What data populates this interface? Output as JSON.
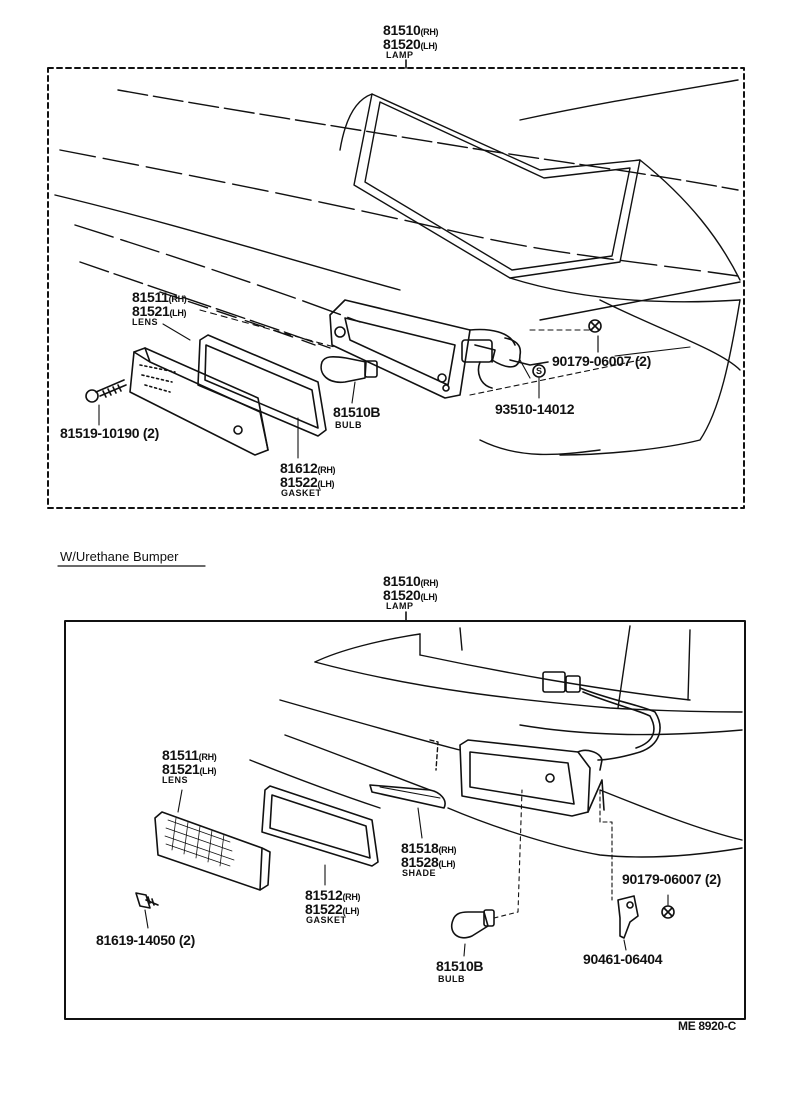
{
  "top": {
    "lamp": {
      "rh_num": "81510",
      "rh_tag": "(RH)",
      "lh_num": "81520",
      "lh_tag": "(LH)",
      "name": "LAMP"
    },
    "lens": {
      "rh_num": "81511",
      "rh_tag": "(RH)",
      "lh_num": "81521",
      "lh_tag": "(LH)",
      "name": "LENS"
    },
    "screw": "81519-10190 (2)",
    "bulb": {
      "num": "81510B",
      "name": "BULB"
    },
    "gasket": {
      "rh_num": "81612",
      "rh_tag": "(RH)",
      "lh_num": "81522",
      "lh_tag": "(LH)",
      "name": "GASKET"
    },
    "nut": "90179-06007 (2)",
    "clip": "93510-14012",
    "clip_mark": "S"
  },
  "section_title": "W/Urethane Bumper",
  "bottom": {
    "lamp": {
      "rh_num": "81510",
      "rh_tag": "(RH)",
      "lh_num": "81520",
      "lh_tag": "(LH)",
      "name": "LAMP"
    },
    "lens": {
      "rh_num": "81511",
      "rh_tag": "(RH)",
      "lh_num": "81521",
      "lh_tag": "(LH)",
      "name": "LENS"
    },
    "screw": "81619-14050 (2)",
    "gasket": {
      "rh_num": "81512",
      "rh_tag": "(RH)",
      "lh_num": "81522",
      "lh_tag": "(LH)",
      "name": "GASKET"
    },
    "shade": {
      "rh_num": "81518",
      "rh_tag": "(RH)",
      "lh_num": "81528",
      "lh_tag": "(LH)",
      "name": "SHADE"
    },
    "bulb": {
      "num": "81510B",
      "name": "BULB"
    },
    "nut": "90179-06007 (2)",
    "bolt": "90461-06404"
  },
  "figure_code": "ME 8920-C"
}
